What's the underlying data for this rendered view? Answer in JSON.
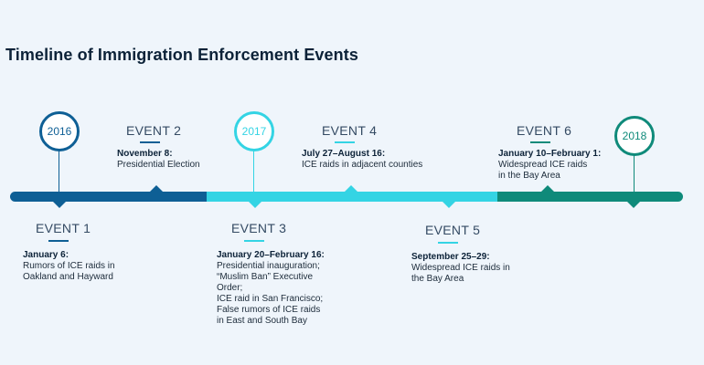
{
  "title": "Timeline of Immigration Enforcement Events",
  "colors": {
    "seg_2016": "#0e5f95",
    "seg_2017": "#34d4e4",
    "seg_2018": "#0f8a7a"
  },
  "years": [
    "2016",
    "2017",
    "2018"
  ],
  "events": [
    {
      "label": "EVENT 1",
      "date": "January 6:",
      "description": [
        "Rumors of ICE raids in",
        "Oakland and Hayward"
      ]
    },
    {
      "label": "EVENT 2",
      "date": "November 8:",
      "description": [
        "Presidential Election"
      ]
    },
    {
      "label": "EVENT 3",
      "date": "January 20–February 16:",
      "description": [
        "Presidential inauguration;",
        "“Muslim Ban” Executive",
        "Order;",
        "ICE raid in San Francisco;",
        "False rumors of ICE raids",
        "in East and South Bay"
      ]
    },
    {
      "label": "EVENT 4",
      "date": "July 27–August 16:",
      "description": [
        "ICE raids in adjacent counties"
      ]
    },
    {
      "label": "EVENT 5",
      "date": "September 25–29:",
      "description": [
        "Widespread ICE raids in",
        "the Bay Area"
      ]
    },
    {
      "label": "EVENT 6",
      "date": "January 10–February 1:",
      "description": [
        "Widespread ICE raids",
        "in the Bay Area"
      ]
    }
  ]
}
